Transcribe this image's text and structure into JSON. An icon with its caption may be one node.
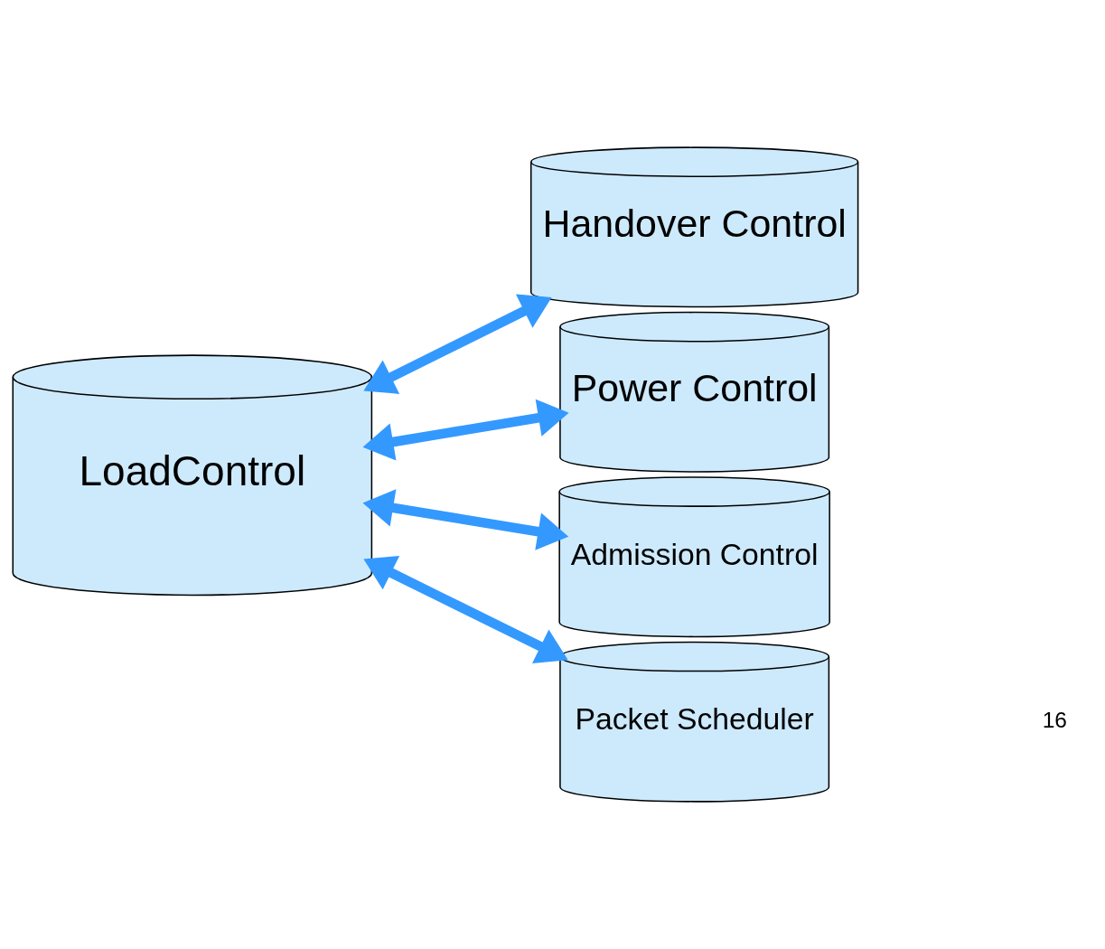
{
  "diagram": {
    "nodes": [
      {
        "text": [
          "LoadControl"
        ]
      },
      {
        "text": [
          "Handover Control"
        ]
      },
      {
        "text": [
          "Power Control"
        ]
      },
      {
        "text": [
          "Admission Control"
        ]
      },
      {
        "text": [
          "Packet Scheduler"
        ]
      }
    ],
    "edges": [
      {
        "from": 0,
        "to": 1,
        "arrow": "both"
      },
      {
        "from": 0,
        "to": 2,
        "arrow": "both"
      },
      {
        "from": 0,
        "to": 3,
        "arrow": "both"
      },
      {
        "from": 0,
        "to": 4,
        "arrow": "both"
      }
    ],
    "labels": [
      "16"
    ]
  }
}
